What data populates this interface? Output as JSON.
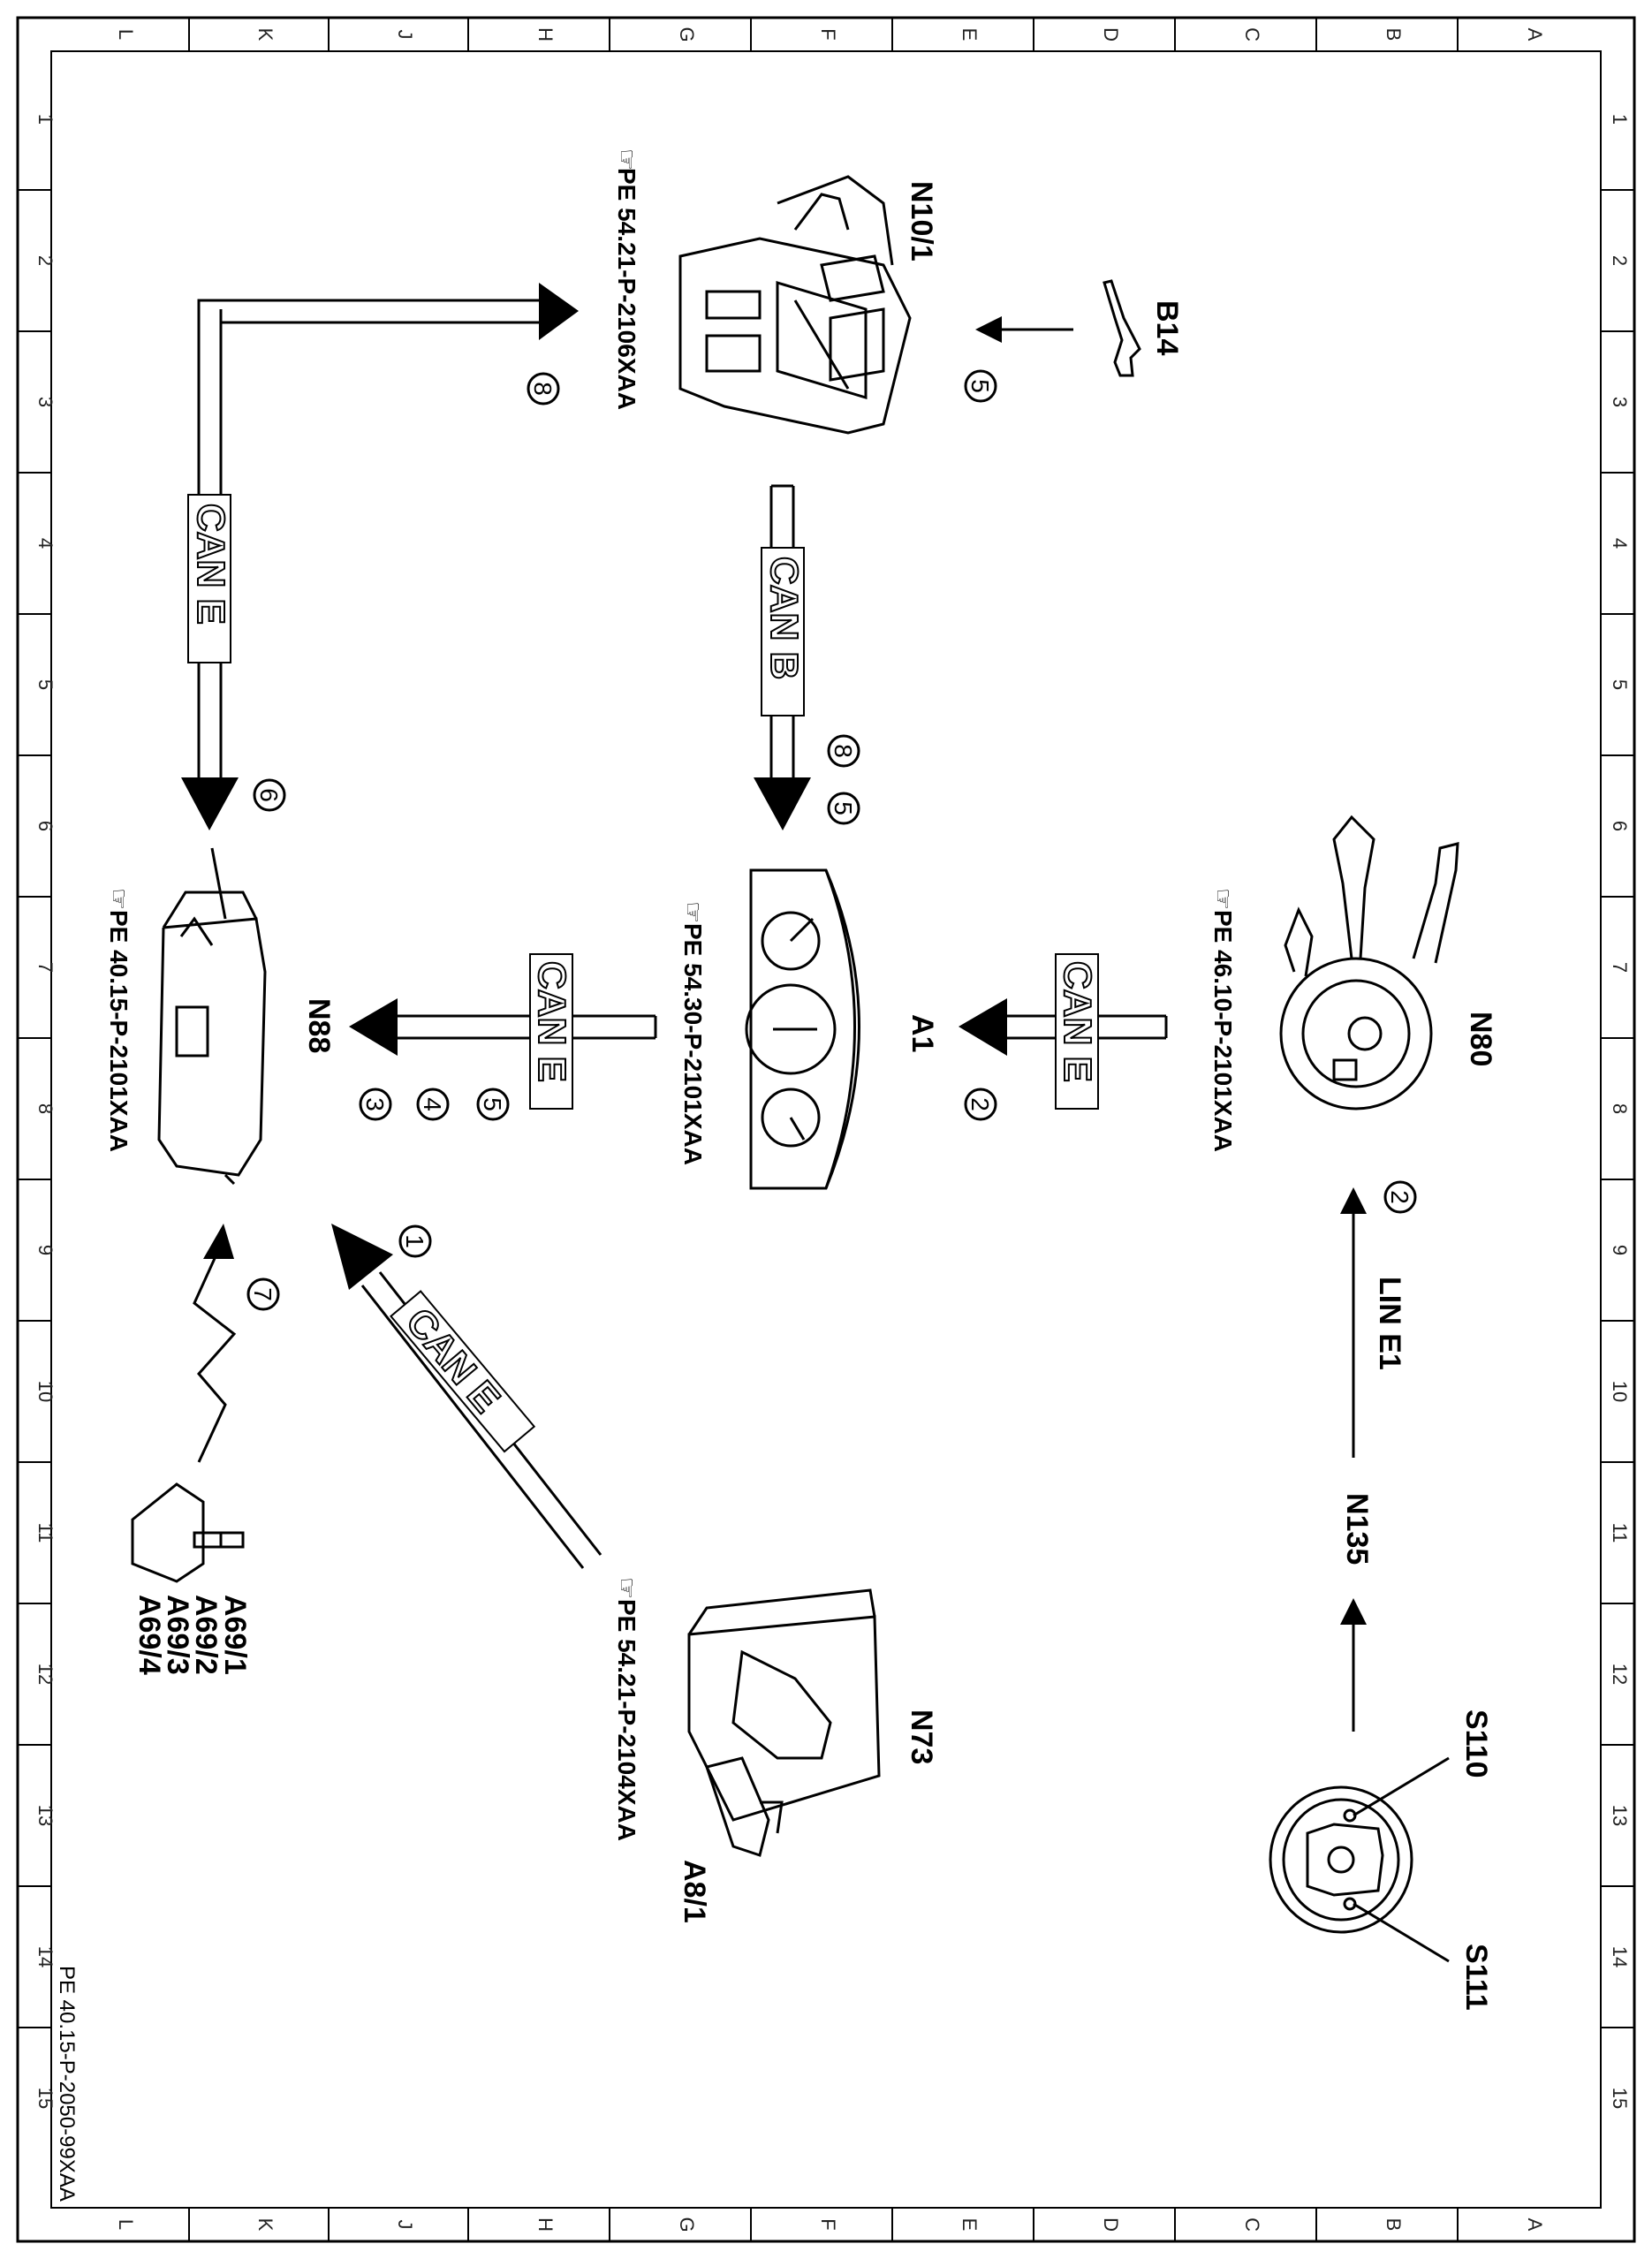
{
  "grid": {
    "columns": [
      "L",
      "K",
      "J",
      "H",
      "G",
      "F",
      "E",
      "D",
      "C",
      "B",
      "A"
    ],
    "rows": [
      "1",
      "2",
      "3",
      "4",
      "5",
      "6",
      "7",
      "8",
      "9",
      "10",
      "11",
      "12",
      "13",
      "14",
      "15"
    ]
  },
  "components": {
    "n10_1": "N10/1",
    "b14": "B14",
    "n80": "N80",
    "a1": "A1",
    "n88": "N88",
    "n73": "N73",
    "a8_1": "A8/1",
    "a69": [
      "A69/1",
      "A69/2",
      "A69/3",
      "A69/4"
    ],
    "n135": "N135",
    "s110": "S110",
    "s111": "S111"
  },
  "references": {
    "n10_1": "PE 54.21-P-2106XAA",
    "n80": "PE 46.10-P-2101XAA",
    "a1": "PE 54.30-P-2101XAA",
    "n88": "PE 40.15-P-2101XAA",
    "n73": "PE 54.21-P-2104XAA"
  },
  "buses": {
    "can_e_top": "CAN E",
    "can_b": "CAN B",
    "can_e_a1_n88": "CAN E",
    "can_e_n80_a1": "CAN E",
    "can_e_n73": "CAN E",
    "lin_e1": "LIN E1"
  },
  "steps": {
    "b14_n10": "5",
    "n10_n88": "8",
    "can_e_left": "6",
    "can_b_a": "8",
    "can_b_b": "5",
    "n80_a1": "2",
    "a1_n88_a": "5",
    "a1_n88_b": "4",
    "a1_n88_c": "3",
    "n73_n88": "1",
    "a69_n88": "7",
    "lin_n80": "2"
  },
  "doc_id": "PE 40.15-P-2050-99XAA"
}
